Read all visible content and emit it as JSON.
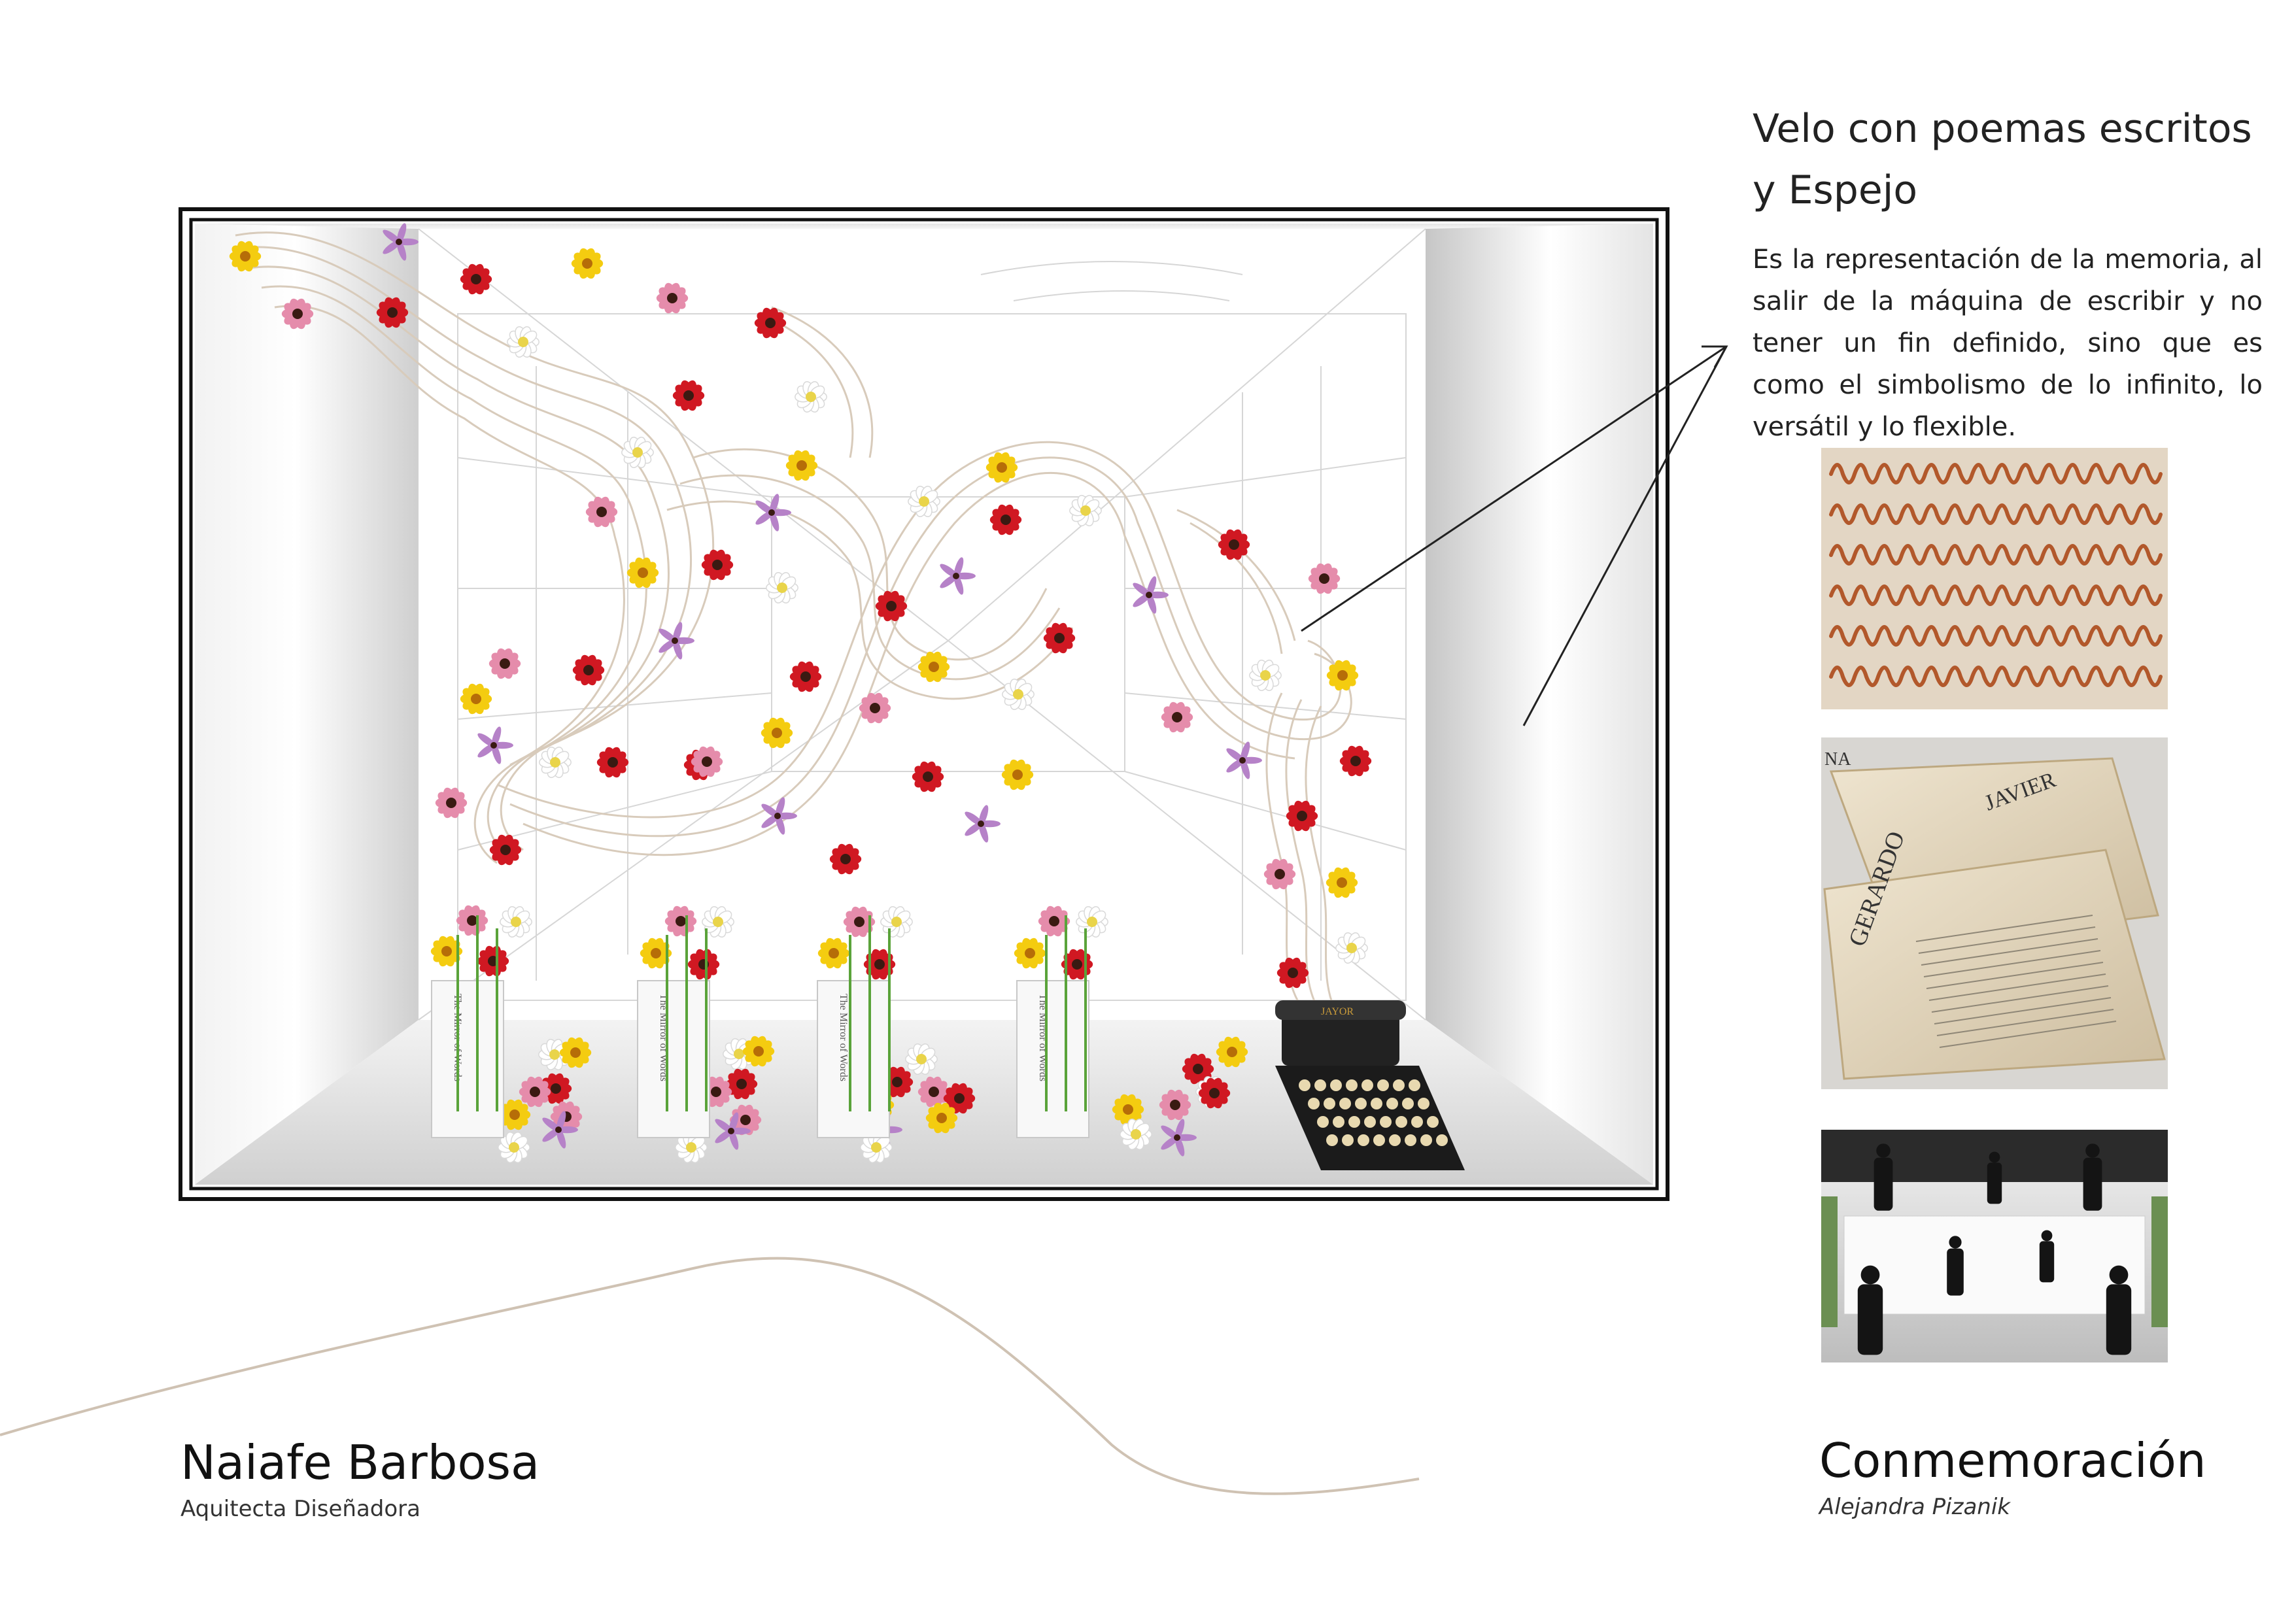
{
  "annotation": {
    "heading": "Velo con poemas escritos y Espejo",
    "description": "Es la representación de la memoria, al salir de la máquina de escribir y no tener un fin definido, sino que es como el simbolismo de lo infinito, lo versátil y lo flexible."
  },
  "designer": {
    "name": "Naiafe Barbosa",
    "role": "Aquitecta Diseñadora"
  },
  "project": {
    "title": "Conmemoración",
    "subtitle": "Alejandra Pizanik"
  },
  "book_cover_text": "The Mirror of Words",
  "typewriter_brand": "JAYOR",
  "reference_photo2_names": [
    "JAVIER",
    "GERARDO",
    "NA"
  ],
  "colors": {
    "frame": "#111111",
    "veil": "#d8cbbb",
    "flower_red": "#d01822",
    "flower_yellow": "#f4cc10",
    "flower_pink": "#e58cab",
    "flower_violet": "#b682c8",
    "flower_white": "#ffffff",
    "wall": "#c9c9c9",
    "floor": "#dedede",
    "embroidery": "#b2582b",
    "linen": "#e8dcc3"
  }
}
